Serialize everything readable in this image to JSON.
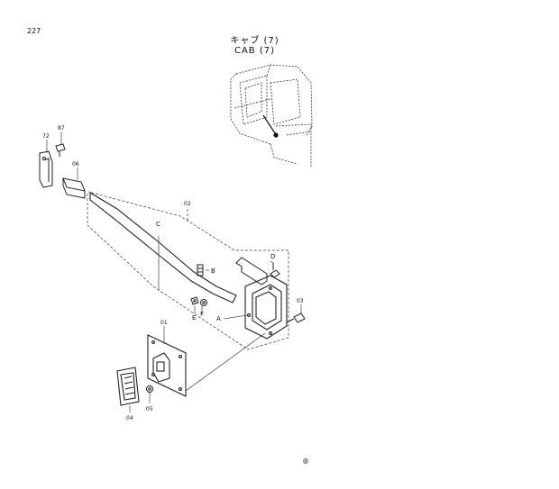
{
  "page": {
    "number": "227"
  },
  "title": {
    "japanese": "キャブ (7)",
    "english": "CAB (7)"
  },
  "footer": {
    "mark": "®"
  },
  "callouts": {
    "c01": "01",
    "c02": "02",
    "c03": "03",
    "c04": "04",
    "c05": "05",
    "c06": "06",
    "c72": "72",
    "c87": "87",
    "A": "A",
    "B": "B",
    "C": "C",
    "D": "D",
    "E": "E",
    "F": "F"
  }
}
